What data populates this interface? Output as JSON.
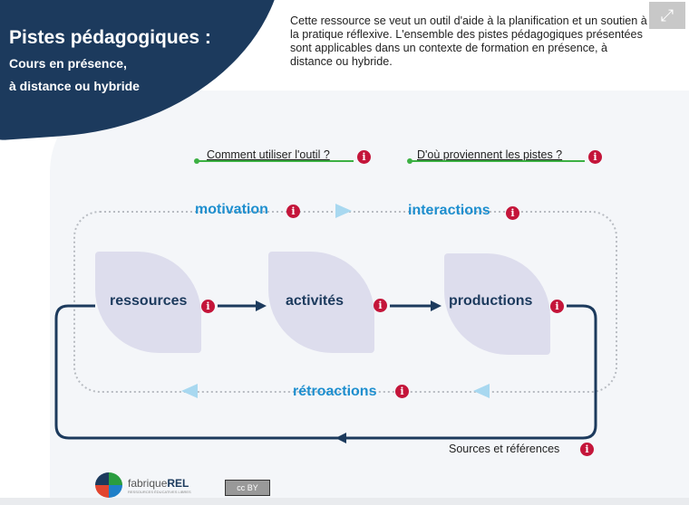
{
  "header": {
    "title": "Pistes pédagogiques :",
    "subtitle_line1": "Cours en présence,",
    "subtitle_line2": "à distance ou hybride",
    "description": "Cette ressource se veut un outil d'aide à la planification et un soutien à la pratique réflexive. L'ensemble des pistes pédagogiques présentées sont applicables dans un contexte de formation en présence, à distance ou hybride.",
    "fullscreen_icon": "⤢"
  },
  "links": {
    "how_to": "Comment utiliser l'outil ?",
    "origin": "D'où proviennent les pistes ?",
    "sources": "Sources et références"
  },
  "info_glyph": "i",
  "diagram": {
    "motivation": "motivation",
    "interactions": "interactions",
    "ressources": "ressources",
    "activites": "activités",
    "productions": "productions",
    "retroactions": "rétroactions"
  },
  "footer": {
    "logo_name_light": "fabrique",
    "logo_name_bold": "REL",
    "logo_tagline": "RESSOURCES ÉDUCATIVES LIBRES",
    "license": "cc BY"
  },
  "colors": {
    "navy": "#1c3a5d",
    "accent_blue": "#1e8fcf",
    "info_red": "#c4153a",
    "green": "#3cb043"
  }
}
